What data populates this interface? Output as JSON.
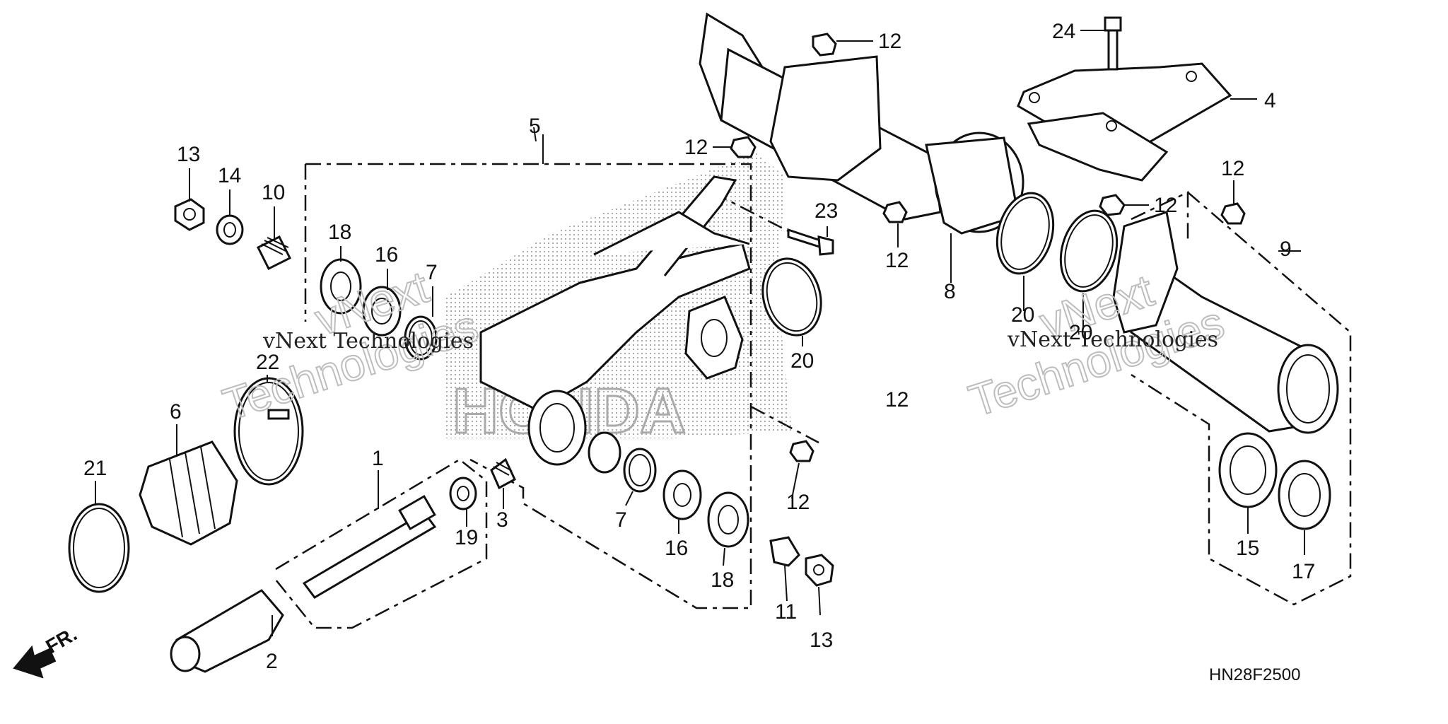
{
  "diagram": {
    "code": "HN28F2500",
    "direction_label": "FR.",
    "watermarks": [
      {
        "line1": "vNext Technologies",
        "line2": "Technologies",
        "line3": "vNext"
      },
      {
        "line1": "vNext Technologies",
        "line2": "Technologies",
        "line3": "vNext"
      }
    ],
    "callouts": {
      "c1": "1",
      "c2": "2",
      "c3": "3",
      "c4": "4",
      "c5": "5",
      "c6": "6",
      "c7a": "7",
      "c7b": "7",
      "c8": "8",
      "c9": "9",
      "c10": "10",
      "c11": "11",
      "c12a": "12",
      "c12b": "12",
      "c12c": "12",
      "c12d": "12",
      "c12e": "12",
      "c12f": "12",
      "c12g": "12",
      "c13a": "13",
      "c13b": "13",
      "c14": "14",
      "c15": "15",
      "c16a": "16",
      "c16b": "16",
      "c17": "17",
      "c18a": "18",
      "c18b": "18",
      "c19": "19",
      "c20a": "20",
      "c20b": "20",
      "c20c": "20",
      "c21": "21",
      "c22": "22",
      "c23": "23",
      "c24": "24"
    }
  }
}
